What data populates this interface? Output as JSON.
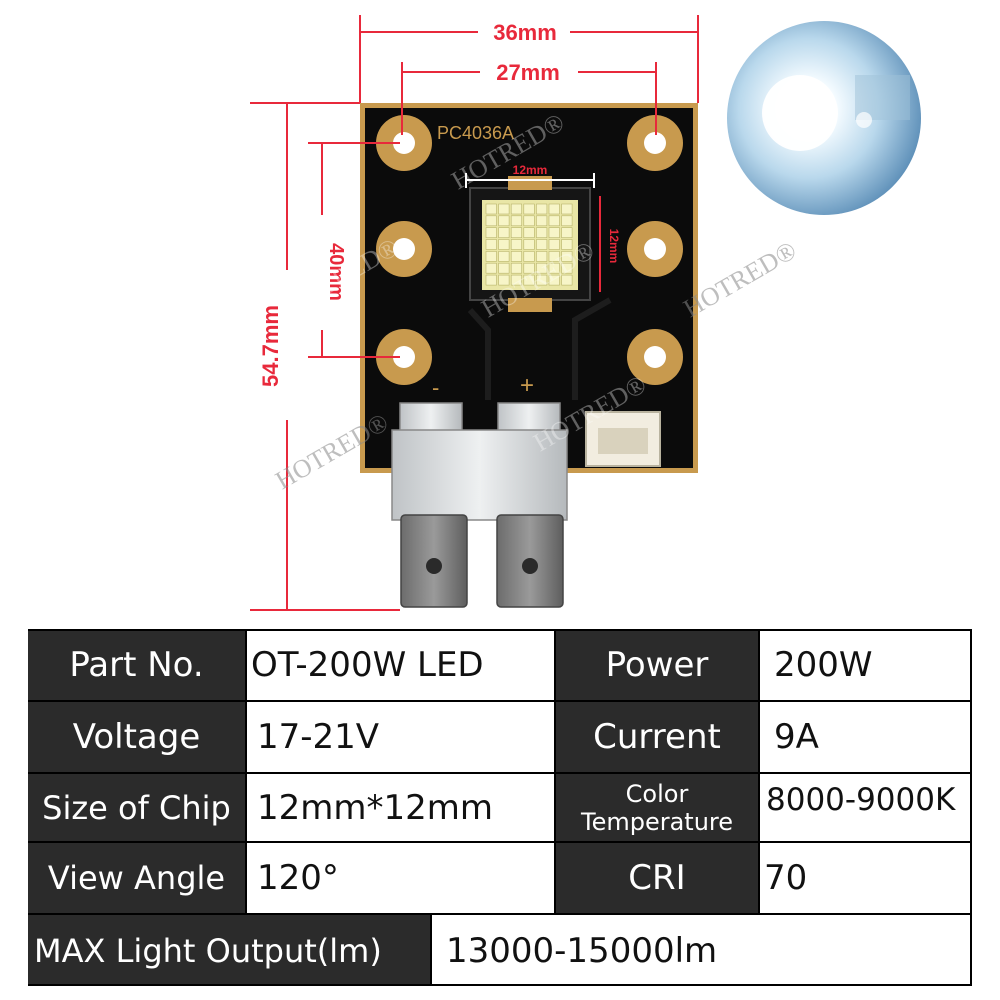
{
  "photo": {
    "dimension_labels": {
      "width_outer": "36mm",
      "width_holes": "27mm",
      "chip_width": "12mm",
      "chip_height": "12mm",
      "height_outer": "54.7mm",
      "height_holes": "40mm"
    },
    "board_marking": "PC4036A",
    "polarity": {
      "negative": "-",
      "positive": "+"
    },
    "watermark": "HOTRED®",
    "colors": {
      "board": "#0b0b0b",
      "copper": "#c89a4e",
      "dimension": "#e8293b",
      "led_glow": "#eaf6ff"
    }
  },
  "specs": {
    "part_no_label": "Part No.",
    "part_no_value": "OT-200W LED",
    "power_label": "Power",
    "power_value": "200W",
    "voltage_label": "Voltage",
    "voltage_value": "17-21V",
    "current_label": "Current",
    "current_value": "9A",
    "chip_size_label": "Size of Chip",
    "chip_size_value": "12mm*12mm",
    "color_temp_label_line1": "Color",
    "color_temp_label_line2": "Temperature",
    "color_temp_value": "8000-9000K",
    "view_angle_label": "View Angle",
    "view_angle_value": "120°",
    "cri_label": "CRI",
    "cri_value": "70",
    "max_output_label": "MAX Light Output(lm)",
    "max_output_value": "13000-15000lm"
  }
}
